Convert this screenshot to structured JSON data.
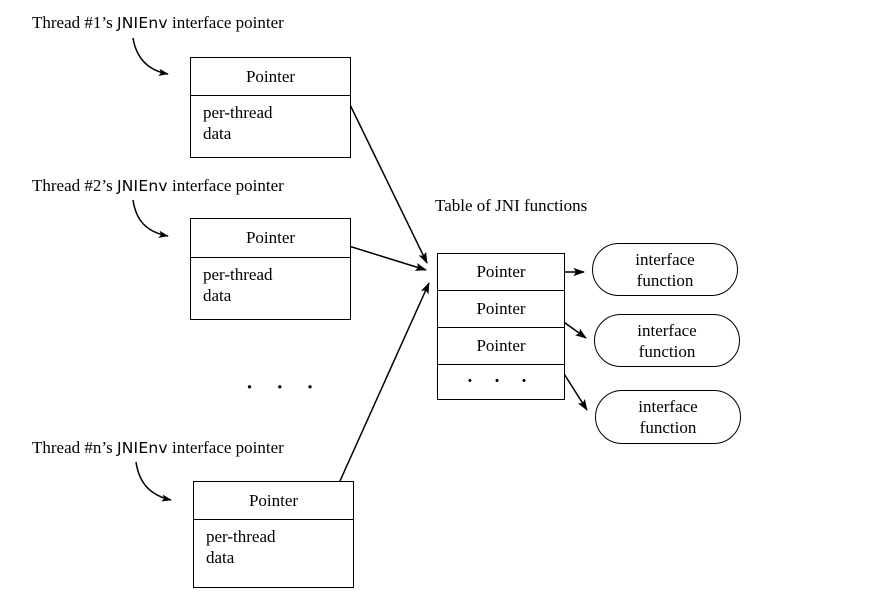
{
  "diagram": {
    "title_label": "Table of JNI functions",
    "thread_labels": [
      {
        "prefix": "Thread #1’s ",
        "code": "JNIEnv",
        "suffix": " interface pointer"
      },
      {
        "prefix": "Thread #2’s ",
        "code": "JNIEnv",
        "suffix": " interface pointer"
      },
      {
        "prefix": "Thread #n’s ",
        "code": "JNIEnv",
        "suffix": " interface pointer"
      }
    ],
    "thread_boxes": [
      {
        "pointer_label": "Pointer",
        "data_line1": "per-thread",
        "data_line2": "data"
      },
      {
        "pointer_label": "Pointer",
        "data_line1": "per-thread",
        "data_line2": "data"
      },
      {
        "pointer_label": "Pointer",
        "data_line1": "per-thread",
        "data_line2": "data"
      }
    ],
    "vertical_ellipsis": "· · ·",
    "function_table": {
      "rows": [
        "Pointer",
        "Pointer",
        "Pointer"
      ],
      "ellipsis_row": "· · ·"
    },
    "interface_functions": [
      {
        "line1": "interface",
        "line2": "function"
      },
      {
        "line1": "interface",
        "line2": "function"
      },
      {
        "line1": "interface",
        "line2": "function"
      }
    ],
    "colors": {
      "stroke": "#000000",
      "background": "#ffffff"
    }
  }
}
